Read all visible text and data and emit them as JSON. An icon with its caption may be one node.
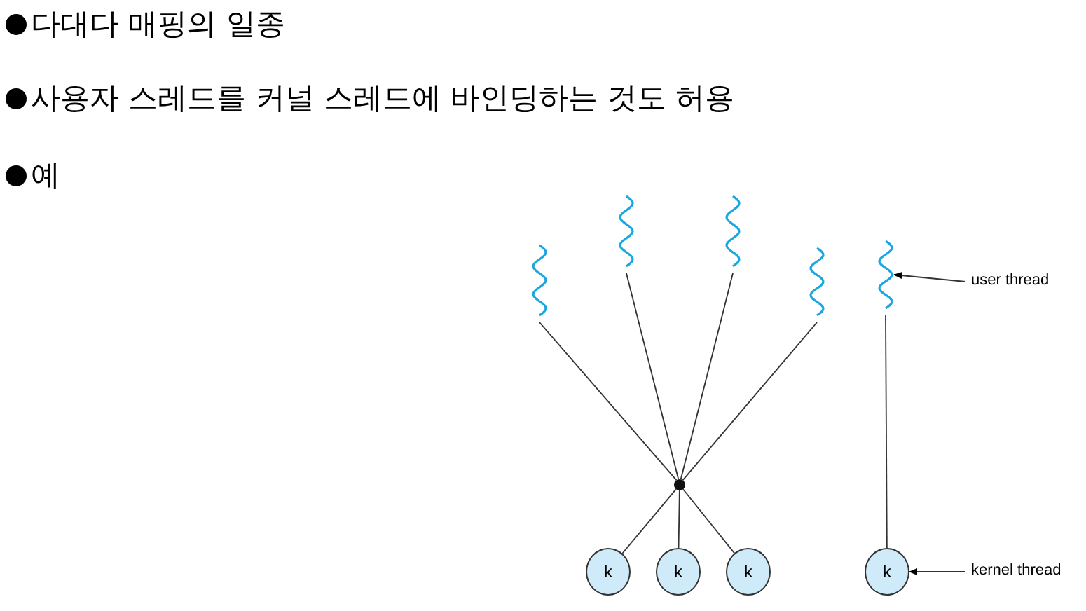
{
  "diagram": {
    "nodes": [
      {
        "text": [],
        "shape": "squiggle"
      },
      {
        "text": [],
        "shape": "squiggle"
      },
      {
        "text": [],
        "shape": "squiggle"
      },
      {
        "text": [],
        "shape": "squiggle"
      },
      {
        "text": [],
        "shape": "squiggle"
      },
      {
        "text": [],
        "shape": "circle"
      },
      {
        "text": [
          "k"
        ]
      },
      {
        "text": [
          "k"
        ]
      },
      {
        "text": [
          "k"
        ]
      },
      {
        "text": [
          "k"
        ]
      },
      {
        "text": [
          "user thread"
        ]
      },
      {
        "text": [
          "kernel thread"
        ]
      }
    ],
    "edges": [
      {
        "from": 0,
        "to": 5,
        "arrow": "none"
      },
      {
        "from": 1,
        "to": 5,
        "arrow": "none"
      },
      {
        "from": 2,
        "to": 5,
        "arrow": "none"
      },
      {
        "from": 3,
        "to": 5,
        "arrow": "none"
      },
      {
        "from": 5,
        "to": 6,
        "arrow": "none"
      },
      {
        "from": 5,
        "to": 7,
        "arrow": "none"
      },
      {
        "from": 5,
        "to": 8,
        "arrow": "none"
      },
      {
        "from": 4,
        "to": 9,
        "arrow": "none"
      },
      {
        "from": 10,
        "to": 4,
        "arrow": "to"
      },
      {
        "from": 11,
        "to": 9,
        "arrow": "to"
      }
    ],
    "labels": [
      "다대다 매핑의 일종",
      "사용자 스레드를 커널 스레드에 바인딩하는 것도 허용",
      "예"
    ]
  }
}
